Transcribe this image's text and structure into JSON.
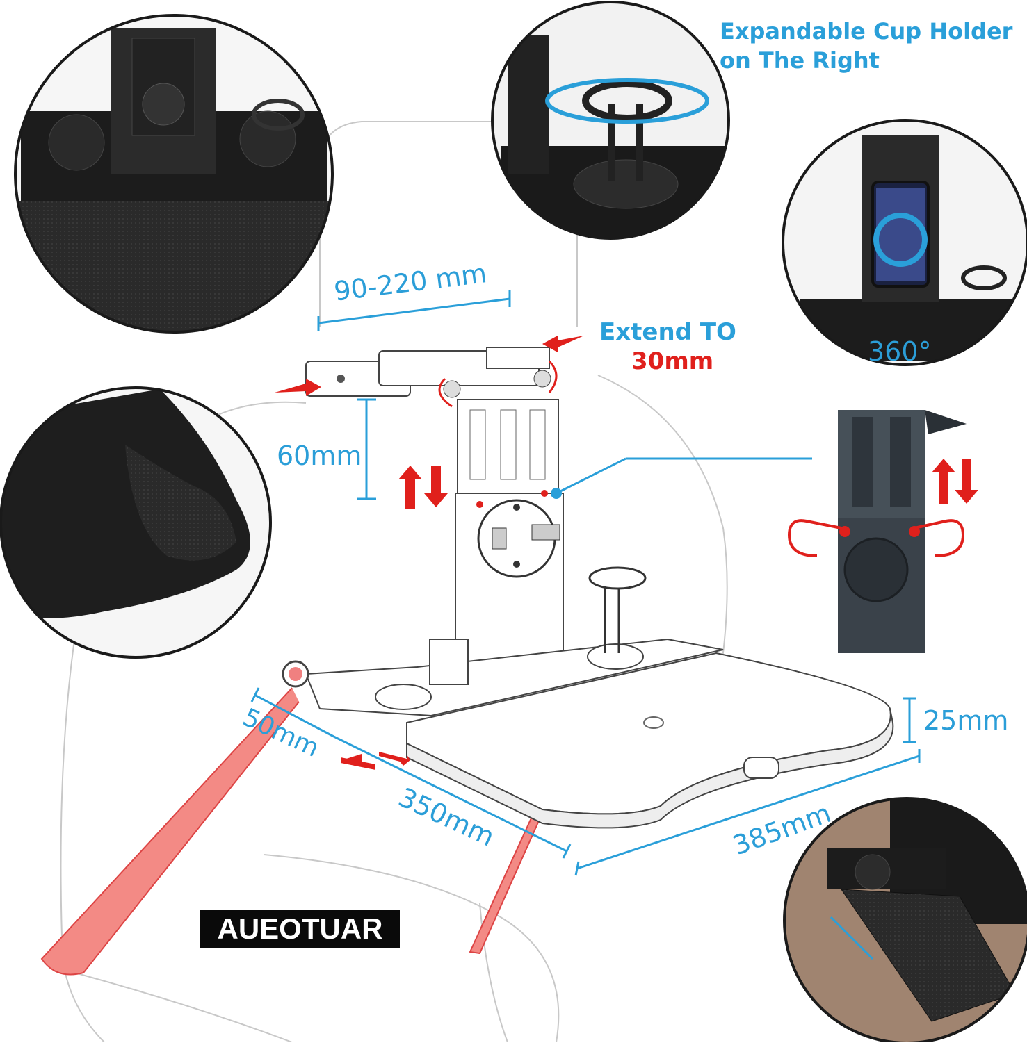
{
  "features": {
    "cup_holder": "Expandable Cup Holder on The Right",
    "rotation": "360°",
    "extend_title": "Extend TO",
    "extend_value": "30mm"
  },
  "dimensions": {
    "headrest_range": "90-220 mm",
    "height_adjust": "60mm",
    "side_extension": "50mm",
    "tray_depth": "350mm",
    "tray_width": "385mm",
    "tray_thickness": "25mm"
  },
  "brand": "AUEOTUAR",
  "colors": {
    "accent_blue": "#2a9fd9",
    "accent_red": "#e0201c",
    "product_black": "#1a1a1a",
    "strap_red": "#f07a75"
  }
}
